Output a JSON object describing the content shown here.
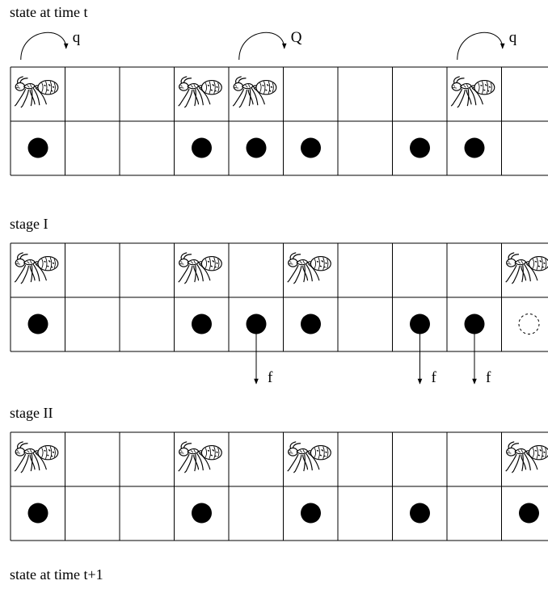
{
  "labels": {
    "state_t": "state at time t",
    "stage1": "stage I",
    "stage2": "stage II",
    "state_t1": "state at time t+1"
  },
  "hop_arrows": [
    {
      "cell": 0,
      "symbol": "q"
    },
    {
      "cell": 4,
      "symbol": "Q"
    },
    {
      "cell": 8,
      "symbol": "q"
    }
  ],
  "fall_arrows": [
    {
      "cell": 4,
      "symbol": "f"
    },
    {
      "cell": 7,
      "symbol": "f"
    },
    {
      "cell": 8,
      "symbol": "f"
    }
  ],
  "rows": [
    {
      "name": "state-t",
      "ants": [
        0,
        3,
        4,
        8
      ],
      "pheromones": [
        0,
        3,
        4,
        5,
        7,
        8
      ],
      "dashed": []
    },
    {
      "name": "stage-1",
      "ants": [
        0,
        3,
        5,
        9
      ],
      "pheromones": [
        0,
        3,
        4,
        5,
        7,
        8
      ],
      "dashed": [
        9
      ]
    },
    {
      "name": "stage-2",
      "ants": [
        0,
        3,
        5,
        9
      ],
      "pheromones": [
        0,
        3,
        5,
        7,
        9
      ],
      "dashed": []
    }
  ]
}
